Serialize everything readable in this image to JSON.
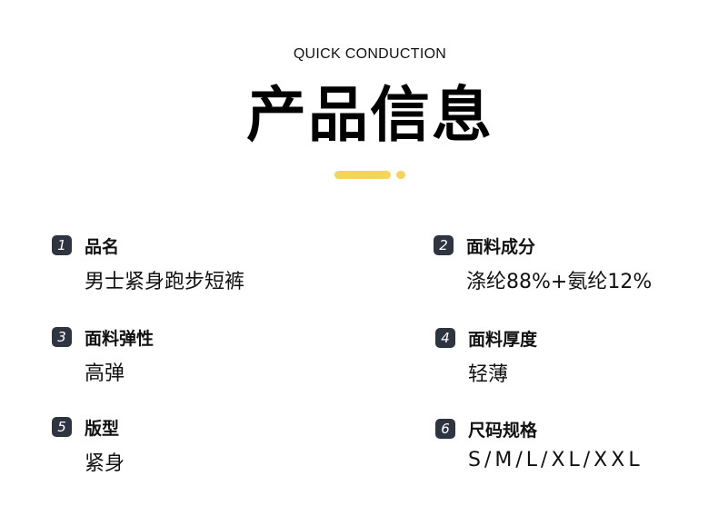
{
  "header": {
    "subtitle": "QUICK CONDUCTION",
    "title": "产品信息"
  },
  "colors": {
    "accent": "#F6D35B",
    "badge": "#2E3440",
    "text": "#111111"
  },
  "specs": [
    {
      "number": "1",
      "label": "品名",
      "value": "男士紧身跑步短裤"
    },
    {
      "number": "2",
      "label": "面料成分",
      "value": "涤纶88%+氨纶12%"
    },
    {
      "number": "3",
      "label": "面料弹性",
      "value": "高弹"
    },
    {
      "number": "4",
      "label": "面料厚度",
      "value": "轻薄"
    },
    {
      "number": "5",
      "label": "版型",
      "value": "紧身"
    },
    {
      "number": "6",
      "label": "尺码规格",
      "value": "S/M/L/XL/XXL"
    }
  ]
}
